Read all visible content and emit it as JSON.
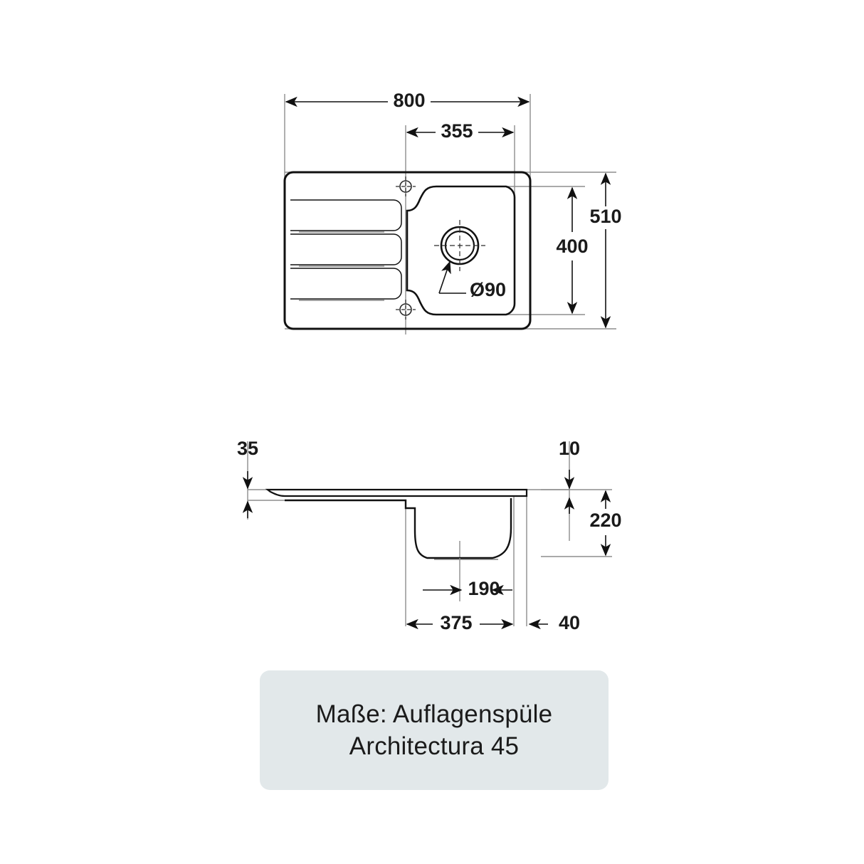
{
  "document": {
    "type": "technical-dimension-drawing",
    "background_color": "#ffffff",
    "line_color": "#1a1a1a",
    "thin_line_color": "#8a8a8a"
  },
  "caption": {
    "background_color": "#e2e8ea",
    "line1": "Maße: Auflagenspüle",
    "line2": "Architectura 45"
  },
  "views": {
    "top_view": {
      "name": "top-view",
      "dimensions": {
        "overall_width": "800",
        "tap_hole_offset": "355",
        "overall_depth": "510",
        "bowl_depth": "400",
        "drain_diameter": "Ø90"
      }
    },
    "side_view": {
      "name": "side-section-view",
      "dimensions": {
        "rim_height": "35",
        "rim_edge": "10",
        "bowl_height": "220",
        "bowl_half_width": "190",
        "bowl_offset_left": "375",
        "edge_offset_right": "40"
      }
    }
  },
  "chart_data": {
    "type": "table",
    "title": "Maße: Auflagenspüle Architectura 45",
    "categories": [
      "800",
      "355",
      "510",
      "400",
      "Ø90",
      "35",
      "10",
      "220",
      "190",
      "375",
      "40"
    ],
    "values": [
      800,
      355,
      510,
      400,
      90,
      35,
      10,
      220,
      190,
      375,
      40
    ],
    "units": "mm",
    "xlabel": "",
    "ylabel": ""
  }
}
